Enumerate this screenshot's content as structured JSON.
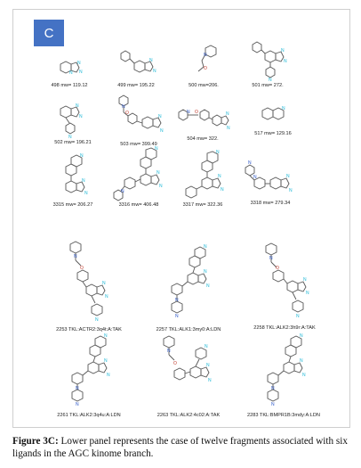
{
  "panel_label": "C",
  "fragments_row1": [
    {
      "label": "498 mw= 119.12"
    },
    {
      "label": "499 mw= 195.22"
    },
    {
      "label": "500 mw=206."
    },
    {
      "label": "501 mw= 272."
    }
  ],
  "fragments_row2": [
    {
      "label": "502 mw= 196.21"
    },
    {
      "label": "503 mw= 399.49"
    },
    {
      "label": "504 mw= 322."
    },
    {
      "label": "517 mw= 129.16"
    }
  ],
  "fragments_row3": [
    {
      "label": "3315 mw= 206.27"
    },
    {
      "label": "3316 mw= 406.48"
    },
    {
      "label": "3317 mw= 322.36"
    },
    {
      "label": "3318 mw= 279.34"
    }
  ],
  "ligands_row1": [
    {
      "label": "2253 TKL:ACTR2:3q4t:A:TAK"
    },
    {
      "label": "2257 TKL:ALK1:3my0:A:LDN"
    },
    {
      "label": "2258 TKL:ALK2:3h9r:A:TAK"
    }
  ],
  "ligands_row2": [
    {
      "label": "2261 TKL:ALK2:3q4u:A:LDN"
    },
    {
      "label": "2263 TKL:ALK2:4c02:A:TAK"
    },
    {
      "label": "2283 TKL:BMPR1B:3mdy:A:LDN"
    }
  ],
  "caption": {
    "lead": "Figure 3C:",
    "text": " Lower panel represents the case of twelve fragments associated with six ligands in the AGC kinome branch."
  }
}
